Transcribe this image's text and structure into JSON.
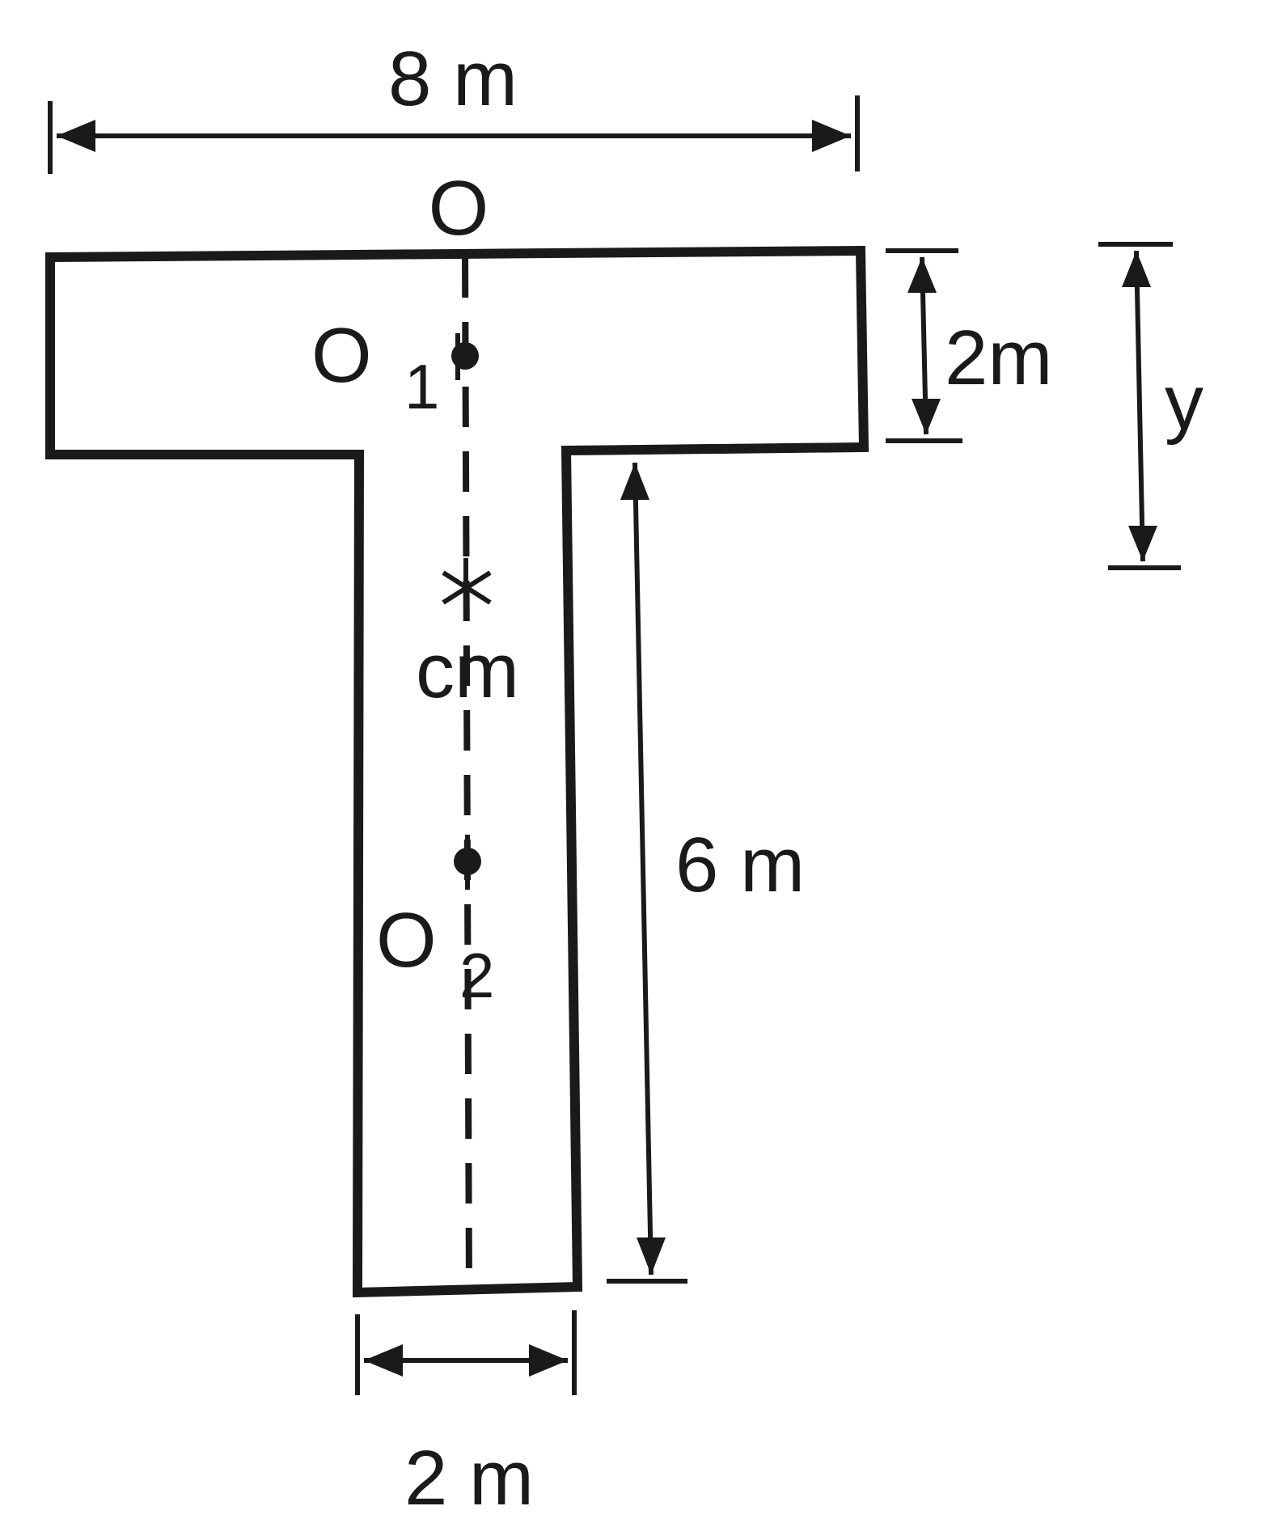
{
  "labels": {
    "top_width": "8 m",
    "origin": "O",
    "o1_letter": "O",
    "o1_sub": "1",
    "flange_height": "2m",
    "y_label": "y",
    "cm_label": "cm",
    "web_height": "6 m",
    "o2_letter": "O",
    "o2_sub": "2",
    "bottom_width": "2 m"
  },
  "colors": {
    "ink": "#1a1a1a",
    "background": "#ffffff"
  }
}
